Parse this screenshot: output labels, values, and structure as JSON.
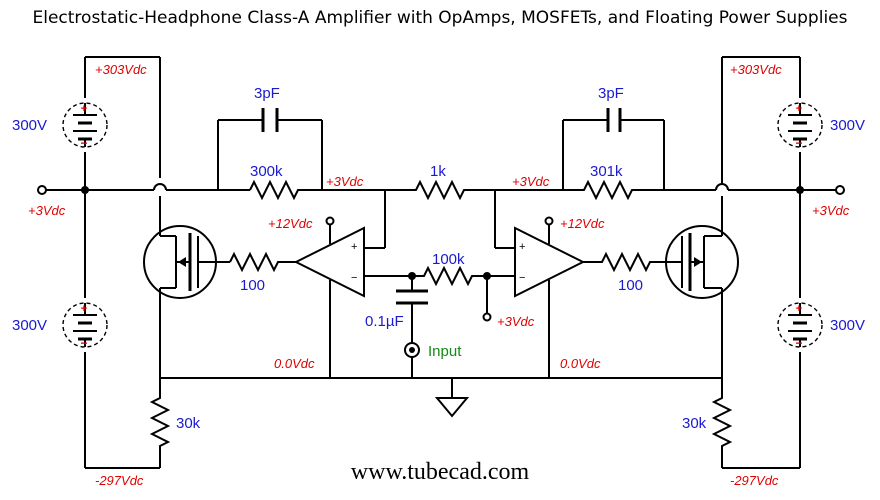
{
  "title": "Electrostatic-Headphone Class-A Amplifier with OpAmps, MOSFETs, and Floating Power Supplies",
  "website": "www.tubecad.com",
  "components": {
    "cap_feedback_left": "3pF",
    "cap_feedback_right": "3pF",
    "res_feedback_left": "300k",
    "res_feedback_right": "301k",
    "res_bridge": "1k",
    "res_gate_left": "100",
    "res_gate_right": "100",
    "res_input": "100k",
    "cap_input": "0.1µF",
    "res_source_left": "30k",
    "res_source_right": "30k",
    "batt_upper_left": "300V",
    "batt_lower_left": "300V",
    "batt_upper_right": "300V",
    "batt_lower_right": "300V",
    "input_label": "Input"
  },
  "voltages": {
    "top_left": "+303Vdc",
    "top_right": "+303Vdc",
    "out_left": "+3Vdc",
    "out_right": "+3Vdc",
    "node_left": "+3Vdc",
    "node_right": "+3Vdc",
    "supply_left": "+12Vdc",
    "supply_right": "+12Vdc",
    "bias": "+3Vdc",
    "rail_left": "0.0Vdc",
    "rail_right": "0.0Vdc",
    "bottom_left": "-297Vdc",
    "bottom_right": "-297Vdc"
  },
  "opamp_pins": {
    "plus": "+",
    "minus": "−"
  }
}
